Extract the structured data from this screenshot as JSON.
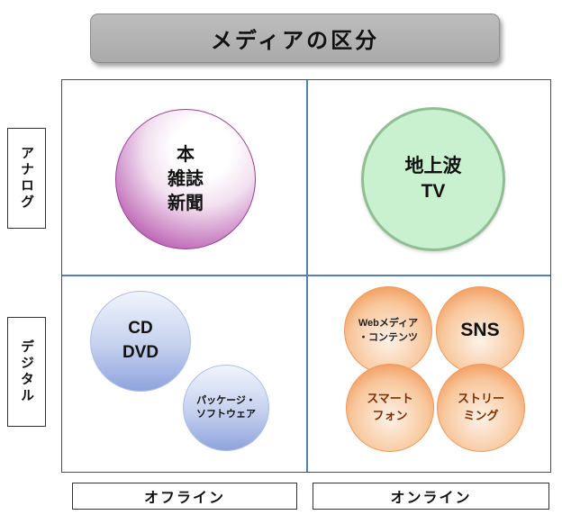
{
  "title": "メディアの区分",
  "axes": {
    "rows": {
      "analog": "アナログ",
      "digital": "デジタル"
    },
    "cols": {
      "offline": "オフライン",
      "online": "オンライン"
    }
  },
  "bubbles": {
    "print": {
      "line1": "本",
      "line2": "雑誌",
      "line3": "新聞"
    },
    "terrestrial_tv": {
      "line1": "地上波",
      "line2": "TV"
    },
    "cd_dvd": {
      "line1": "CD",
      "line2": "DVD"
    },
    "package_software": {
      "line1": "パッケージ・",
      "line2": "ソフトウェア"
    },
    "web_media": {
      "line1": "Webメディア",
      "line2": "・コンテンツ"
    },
    "sns": {
      "line1": "SNS"
    },
    "smartphone": {
      "line1": "スマート",
      "line2": "フォン"
    },
    "streaming": {
      "line1": "ストリー",
      "line2": "ミング"
    }
  },
  "colors": {
    "title_bg": "#b3b3b3",
    "axis_line": "#4f81bd",
    "print_edge": "#8e2d8e",
    "tv_fill": "#c9f1cf",
    "tv_border": "#8fbe92",
    "blue_bubble_top": "#f0f4fc",
    "blue_bubble_bottom": "#8fa3dd",
    "orange_edge": "#ed7d31",
    "orange_center": "#fdf2e8"
  }
}
